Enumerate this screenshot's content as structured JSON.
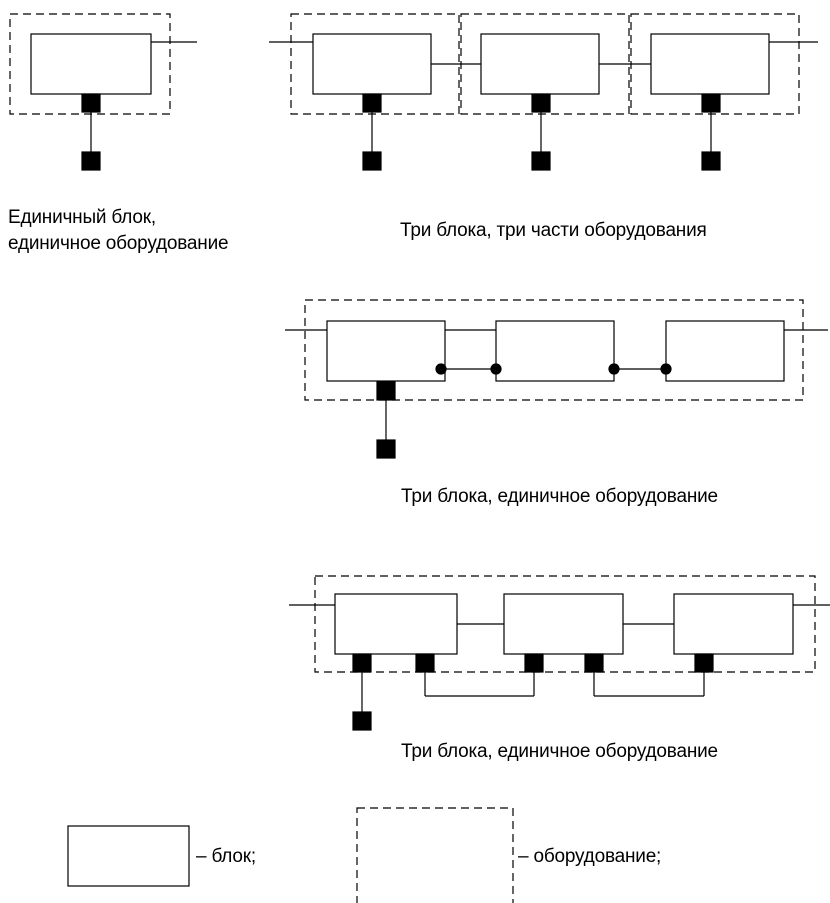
{
  "captions": {
    "single_line1": "Единичный блок,",
    "single_line2": "единичное оборудование",
    "three_parts": "Три блока, три части оборудования",
    "three_single_a": "Три блока, единичное оборудование",
    "three_single_b": "Три блока, единичное оборудование"
  },
  "legend": {
    "block_label": "– блок;",
    "equipment_label": "– оборудование;"
  }
}
